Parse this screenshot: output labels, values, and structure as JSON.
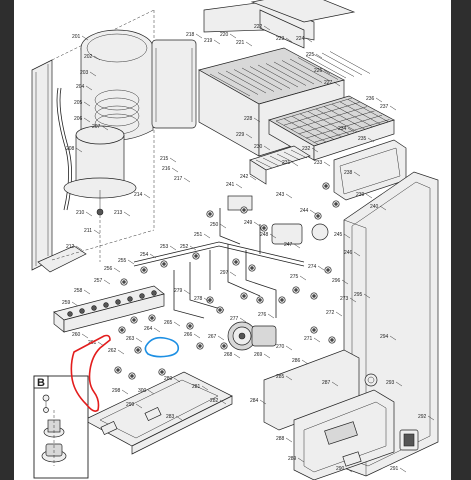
{
  "inset": {
    "letter": "B"
  },
  "part_labels": [
    "201",
    "202",
    "203",
    "204",
    "205",
    "206",
    "207",
    "208",
    "210",
    "211",
    "212",
    "213",
    "214",
    "215",
    "216",
    "217",
    "218",
    "219",
    "220",
    "221",
    "222",
    "223",
    "224",
    "225",
    "226",
    "227",
    "228",
    "229",
    "230",
    "231",
    "232",
    "233",
    "234",
    "235",
    "236",
    "237",
    "238",
    "239",
    "240",
    "241",
    "242",
    "243",
    "244",
    "245",
    "246",
    "247",
    "248",
    "249",
    "250",
    "251",
    "252",
    "253",
    "254",
    "255",
    "256",
    "257",
    "258",
    "259",
    "260",
    "261",
    "262",
    "263",
    "264",
    "265",
    "266",
    "267",
    "268",
    "269",
    "270",
    "271",
    "272",
    "273",
    "274",
    "275",
    "276",
    "277",
    "278",
    "279",
    "280",
    "281",
    "282",
    "283",
    "284",
    "285",
    "286",
    "287",
    "288",
    "289",
    "290",
    "291",
    "292",
    "293",
    "294",
    "295",
    "296",
    "297",
    "298",
    "299",
    "300"
  ],
  "highlights": {
    "red": "#e31d1d",
    "blue": "#1d8fe3"
  }
}
